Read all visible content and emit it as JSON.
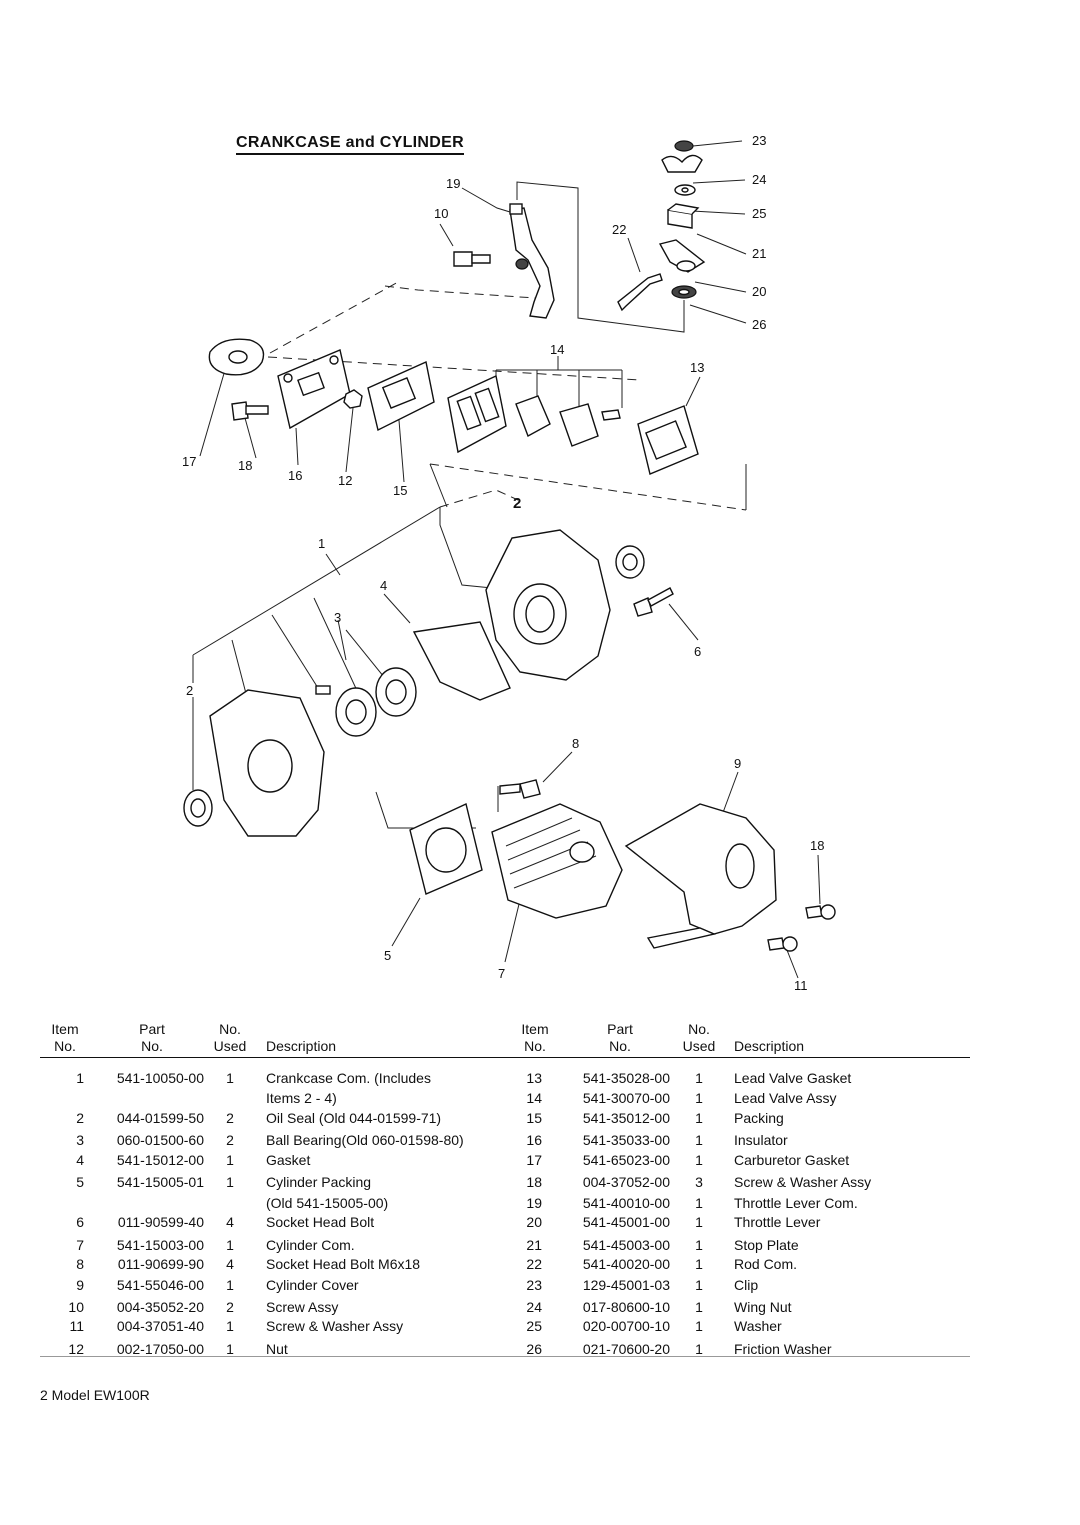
{
  "title": "CRANKCASE and CYLINDER",
  "callouts": [
    "23",
    "24",
    "25",
    "21",
    "20",
    "26",
    "19",
    "10",
    "22",
    "14",
    "13",
    "17",
    "18",
    "16",
    "12",
    "15",
    "2",
    "1",
    "4",
    "3",
    "6",
    "2",
    "8",
    "9",
    "18",
    "5",
    "7",
    "11"
  ],
  "table": {
    "header_row1": {
      "item": "Item",
      "part": "Part",
      "used": "No."
    },
    "header_row2": {
      "item": "No.",
      "part": "No.",
      "used": "Used",
      "desc": "Description"
    },
    "rows": [
      {
        "l": [
          "1",
          "541-10050-00",
          "1",
          "Crankcase Com. (Includes"
        ],
        "r": [
          "13",
          "541-35028-00",
          "1",
          "Lead Valve Gasket"
        ]
      },
      {
        "l": [
          "",
          "",
          "",
          "Items 2 - 4)"
        ],
        "r": [
          "14",
          "541-30070-00",
          "1",
          "Lead Valve Assy"
        ]
      },
      {
        "l": [
          "2",
          "044-01599-50",
          "2",
          "Oil Seal (Old 044-01599-71)"
        ],
        "r": [
          "15",
          "541-35012-00",
          "1",
          "Packing"
        ]
      },
      {
        "l": [
          "3",
          "060-01500-60",
          "2",
          "Ball Bearing(Old 060-01598-80)"
        ],
        "r": [
          "16",
          "541-35033-00",
          "1",
          "Insulator"
        ]
      },
      {
        "l": [
          "4",
          "541-15012-00",
          "1",
          "Gasket"
        ],
        "r": [
          "17",
          "541-65023-00",
          "1",
          "Carburetor Gasket"
        ]
      },
      {
        "l": [
          "5",
          "541-15005-01",
          "1",
          "Cylinder Packing"
        ],
        "r": [
          "18",
          "004-37052-00",
          "3",
          "Screw & Washer Assy"
        ]
      },
      {
        "l": [
          "",
          "",
          "",
          "(Old 541-15005-00)"
        ],
        "r": [
          "19",
          "541-40010-00",
          "1",
          "Throttle Lever Com."
        ]
      },
      {
        "l": [
          "6",
          "011-90599-40",
          "4",
          "Socket Head Bolt"
        ],
        "r": [
          "20",
          "541-45001-00",
          "1",
          "Throttle Lever"
        ]
      },
      {
        "l": [
          "7",
          "541-15003-00",
          "1",
          "Cylinder Com."
        ],
        "r": [
          "21",
          "541-45003-00",
          "1",
          "Stop Plate"
        ]
      },
      {
        "l": [
          "8",
          "011-90699-90",
          "4",
          "Socket Head Bolt M6x18"
        ],
        "r": [
          "22",
          "541-40020-00",
          "1",
          "Rod Com."
        ]
      },
      {
        "l": [
          "9",
          "541-55046-00",
          "1",
          "Cylinder Cover"
        ],
        "r": [
          "23",
          "129-45001-03",
          "1",
          "Clip"
        ]
      },
      {
        "l": [
          "10",
          "004-35052-20",
          "2",
          "Screw Assy"
        ],
        "r": [
          "24",
          "017-80600-10",
          "1",
          "Wing Nut"
        ]
      },
      {
        "l": [
          "11",
          "004-37051-40",
          "1",
          "Screw & Washer Assy"
        ],
        "r": [
          "25",
          "020-00700-10",
          "1",
          "Washer"
        ]
      },
      {
        "l": [
          "12",
          "002-17050-00",
          "1",
          "Nut"
        ],
        "r": [
          "26",
          "021-70600-20",
          "1",
          "Friction Washer"
        ]
      }
    ]
  },
  "footer": "2  Model  EW100R"
}
